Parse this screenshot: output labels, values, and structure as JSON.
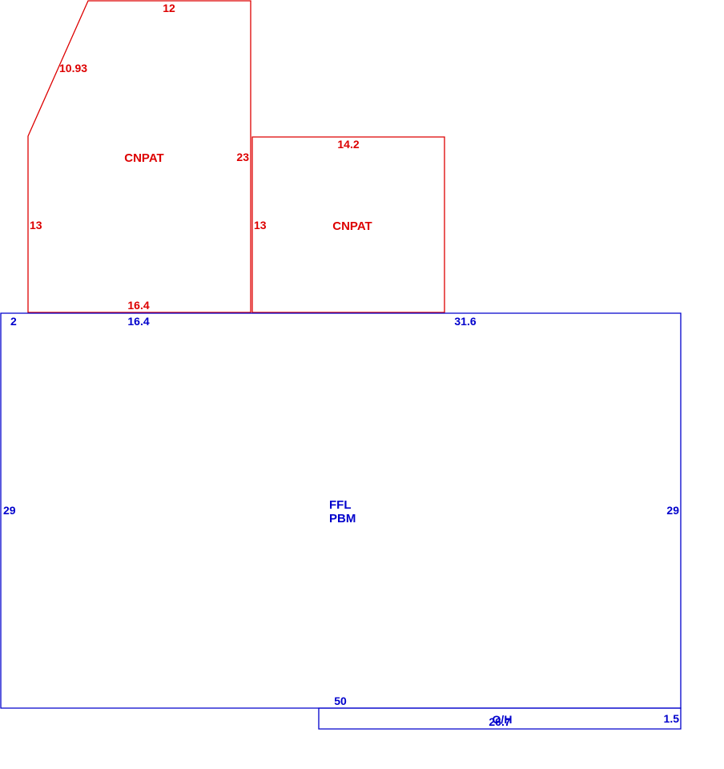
{
  "colors": {
    "upper": "#dd0000",
    "main": "#0000cc"
  },
  "areas": {
    "cnpat_left": {
      "label": "CNPAT",
      "color": "#dd0000"
    },
    "cnpat_right": {
      "label": "CNPAT",
      "color": "#dd0000"
    },
    "main": {
      "label_line1": "FFL",
      "label_line2": "PBM",
      "color": "#0000cc"
    },
    "overhang": {
      "label_line1": "O/H",
      "label_line2": "26.7",
      "color": "#0000cc"
    }
  },
  "dimensions": {
    "cnpat_left": {
      "top": "12",
      "diagonal": "10.93",
      "left": "13",
      "right": "23",
      "bottom": "16.4"
    },
    "cnpat_right": {
      "top": "14.2",
      "left": "13"
    },
    "main": {
      "top_left": "2",
      "top_middle": "16.4",
      "top_right": "31.6",
      "left": "29",
      "right": "29",
      "bottom": "50"
    },
    "overhang": {
      "right": "1.5"
    }
  }
}
